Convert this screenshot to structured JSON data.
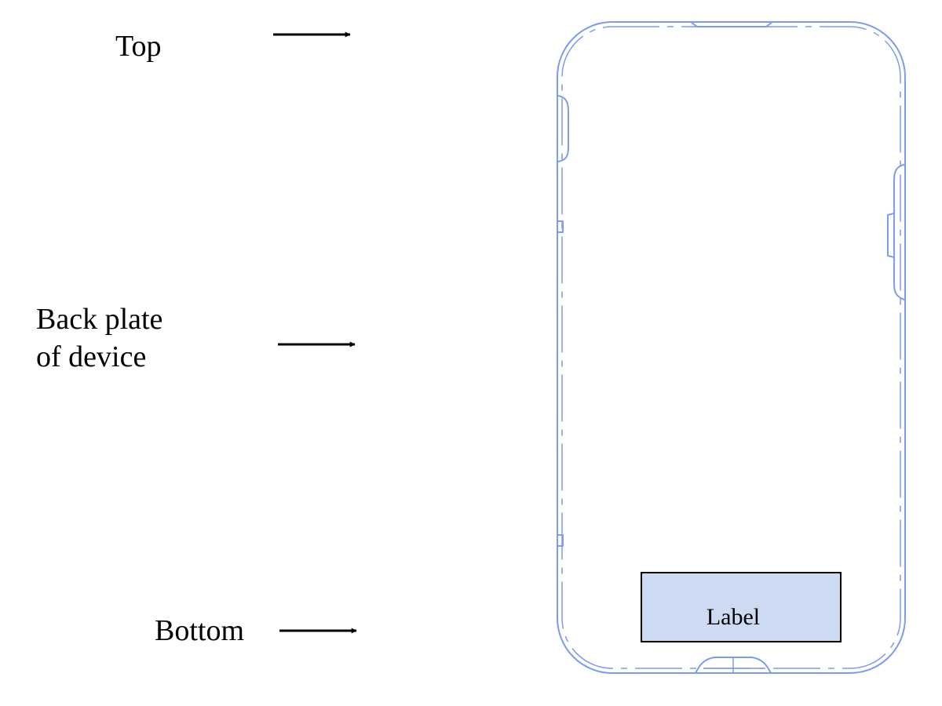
{
  "diagram": {
    "callouts": {
      "top": "Top",
      "back_plate_line1": "Back plate",
      "back_plate_line2": "of device",
      "bottom": "Bottom"
    },
    "device": {
      "label_text": "Label"
    },
    "colors": {
      "outline": "#7d9cf0",
      "label_fill": "#ccdaf2",
      "label_border": "#000000",
      "arrow": "#000000",
      "text": "#000000"
    }
  }
}
